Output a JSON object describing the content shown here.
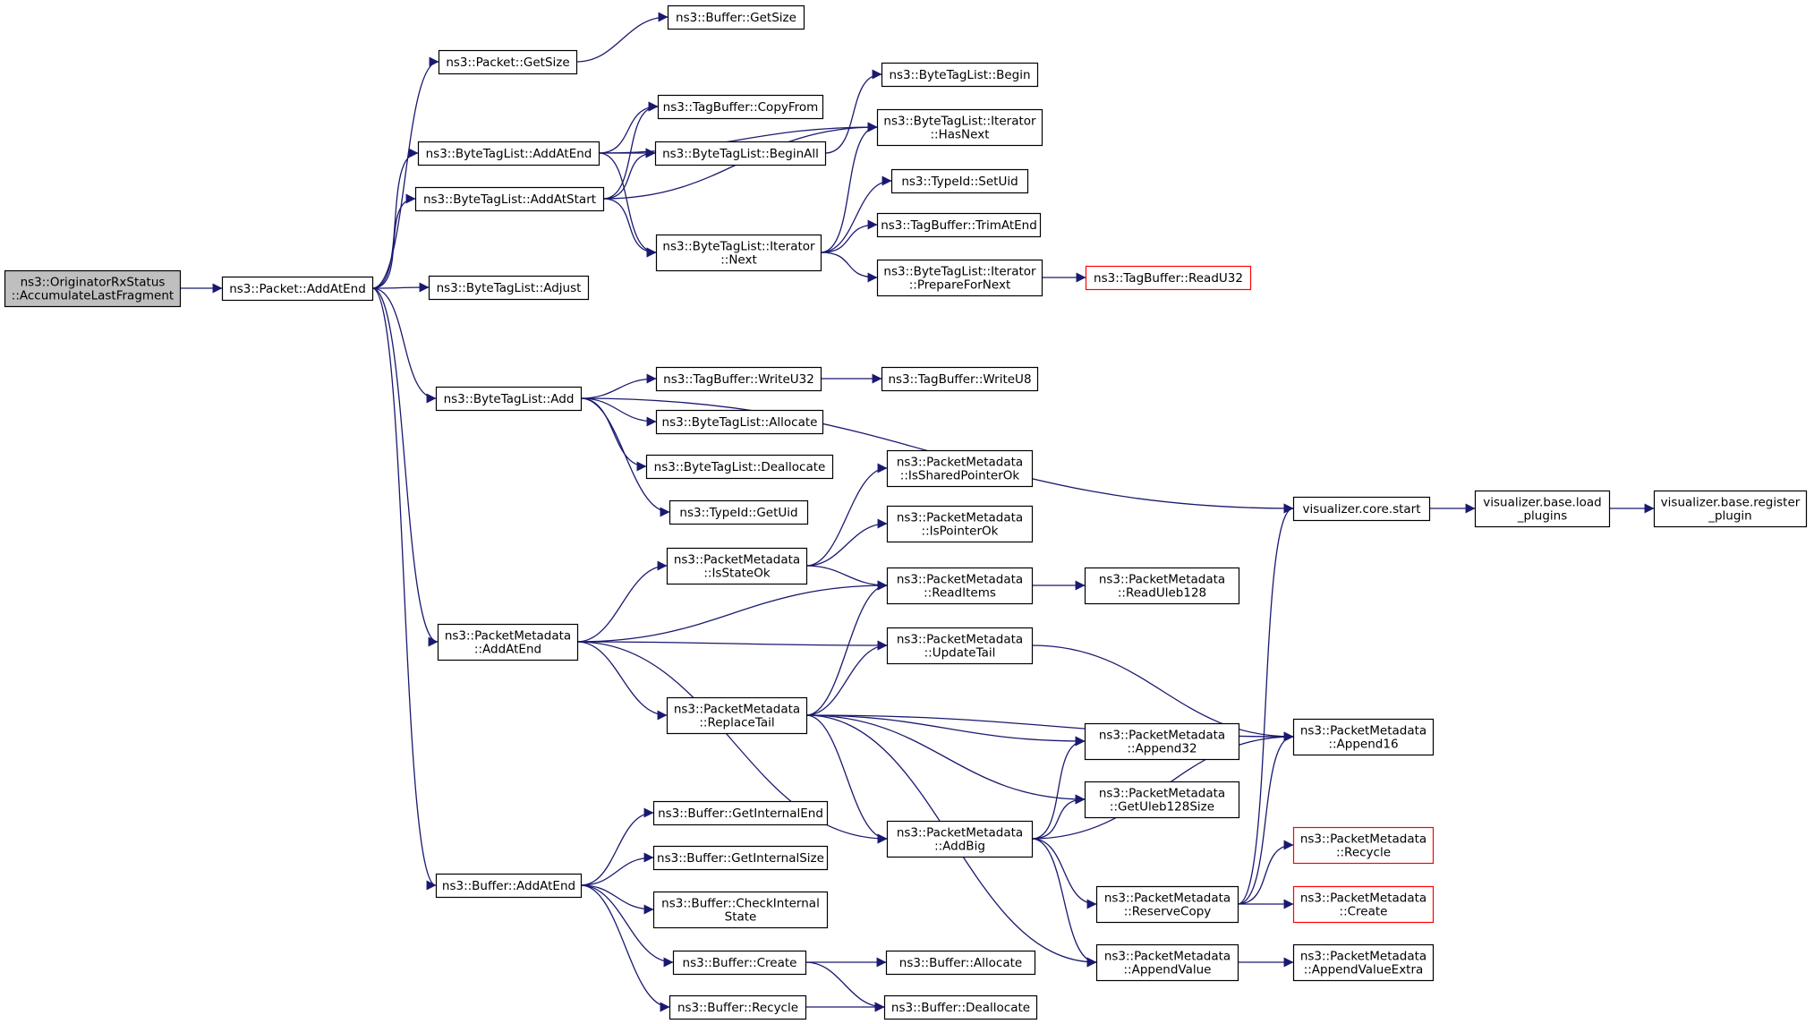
{
  "colors": {
    "edge": "#191970",
    "node_border": "#000000",
    "node_border_truncated": "#ff0000",
    "root_fill": "#bfbfbf",
    "node_fill": "#ffffff"
  },
  "nodes": [
    {
      "id": "root",
      "lines": [
        "ns3::OriginatorRxStatus",
        "::AccumulateLastFragment"
      ],
      "root": true
    },
    {
      "id": "pkt_addatend",
      "lines": [
        "ns3::Packet::AddAtEnd"
      ]
    },
    {
      "id": "pkt_getsize",
      "lines": [
        "ns3::Packet::GetSize"
      ]
    },
    {
      "id": "buf_getsize",
      "lines": [
        "ns3::Buffer::GetSize"
      ]
    },
    {
      "id": "btl_addatend",
      "lines": [
        "ns3::ByteTagList::AddAtEnd"
      ]
    },
    {
      "id": "btl_addatstart",
      "lines": [
        "ns3::ByteTagList::AddAtStart"
      ]
    },
    {
      "id": "btl_adjust",
      "lines": [
        "ns3::ByteTagList::Adjust"
      ]
    },
    {
      "id": "tb_copyfrom",
      "lines": [
        "ns3::TagBuffer::CopyFrom"
      ]
    },
    {
      "id": "btl_beginall",
      "lines": [
        "ns3::ByteTagList::BeginAll"
      ]
    },
    {
      "id": "btl_begin",
      "lines": [
        "ns3::ByteTagList::Begin"
      ]
    },
    {
      "id": "btli_hasnext",
      "lines": [
        "ns3::ByteTagList::Iterator",
        "::HasNext"
      ]
    },
    {
      "id": "btli_next",
      "lines": [
        "ns3::ByteTagList::Iterator",
        "::Next"
      ]
    },
    {
      "id": "typeid_setuid",
      "lines": [
        "ns3::TypeId::SetUid"
      ]
    },
    {
      "id": "tb_trimatend",
      "lines": [
        "ns3::TagBuffer::TrimAtEnd"
      ]
    },
    {
      "id": "btli_preparefornext",
      "lines": [
        "ns3::ByteTagList::Iterator",
        "::PrepareForNext"
      ]
    },
    {
      "id": "tb_readu32",
      "lines": [
        "ns3::TagBuffer::ReadU32"
      ],
      "truncated": true
    },
    {
      "id": "btl_add",
      "lines": [
        "ns3::ByteTagList::Add"
      ]
    },
    {
      "id": "tb_writeu32",
      "lines": [
        "ns3::TagBuffer::WriteU32"
      ]
    },
    {
      "id": "tb_writeu8",
      "lines": [
        "ns3::TagBuffer::WriteU8"
      ]
    },
    {
      "id": "btl_allocate",
      "lines": [
        "ns3::ByteTagList::Allocate"
      ]
    },
    {
      "id": "btl_deallocate",
      "lines": [
        "ns3::ByteTagList::Deallocate"
      ]
    },
    {
      "id": "typeid_getuid",
      "lines": [
        "ns3::TypeId::GetUid"
      ]
    },
    {
      "id": "vis_core_start",
      "lines": [
        "visualizer.core.start"
      ]
    },
    {
      "id": "vis_load_plugins",
      "lines": [
        "visualizer.base.load",
        "_plugins"
      ]
    },
    {
      "id": "vis_register_plugin",
      "lines": [
        "visualizer.base.register",
        "_plugin"
      ]
    },
    {
      "id": "pm_issharedpointerok",
      "lines": [
        "ns3::PacketMetadata",
        "::IsSharedPointerOk"
      ]
    },
    {
      "id": "pm_ispointerok",
      "lines": [
        "ns3::PacketMetadata",
        "::IsPointerOk"
      ]
    },
    {
      "id": "pm_isstateok",
      "lines": [
        "ns3::PacketMetadata",
        "::IsStateOk"
      ]
    },
    {
      "id": "pm_readitems",
      "lines": [
        "ns3::PacketMetadata",
        "::ReadItems"
      ]
    },
    {
      "id": "pm_readuleb128",
      "lines": [
        "ns3::PacketMetadata",
        "::ReadUleb128"
      ]
    },
    {
      "id": "pm_addatend",
      "lines": [
        "ns3::PacketMetadata",
        "::AddAtEnd"
      ]
    },
    {
      "id": "pm_updatetail",
      "lines": [
        "ns3::PacketMetadata",
        "::UpdateTail"
      ]
    },
    {
      "id": "pm_replacetail",
      "lines": [
        "ns3::PacketMetadata",
        "::ReplaceTail"
      ]
    },
    {
      "id": "pm_append32",
      "lines": [
        "ns3::PacketMetadata",
        "::Append32"
      ]
    },
    {
      "id": "pm_append16",
      "lines": [
        "ns3::PacketMetadata",
        "::Append16"
      ]
    },
    {
      "id": "pm_getuleb128size",
      "lines": [
        "ns3::PacketMetadata",
        "::GetUleb128Size"
      ]
    },
    {
      "id": "pm_addbig",
      "lines": [
        "ns3::PacketMetadata",
        "::AddBig"
      ]
    },
    {
      "id": "pm_recycle",
      "lines": [
        "ns3::PacketMetadata",
        "::Recycle"
      ],
      "truncated": true
    },
    {
      "id": "pm_reservecopy",
      "lines": [
        "ns3::PacketMetadata",
        "::ReserveCopy"
      ]
    },
    {
      "id": "pm_create",
      "lines": [
        "ns3::PacketMetadata",
        "::Create"
      ],
      "truncated": true
    },
    {
      "id": "pm_appendvalue",
      "lines": [
        "ns3::PacketMetadata",
        "::AppendValue"
      ]
    },
    {
      "id": "pm_appendvalueextra",
      "lines": [
        "ns3::PacketMetadata",
        "::AppendValueExtra"
      ]
    },
    {
      "id": "buf_getinternalend",
      "lines": [
        "ns3::Buffer::GetInternalEnd"
      ]
    },
    {
      "id": "buf_getinternalsize",
      "lines": [
        "ns3::Buffer::GetInternalSize"
      ]
    },
    {
      "id": "buf_addatend",
      "lines": [
        "ns3::Buffer::AddAtEnd"
      ]
    },
    {
      "id": "buf_checkinternalstate",
      "lines": [
        "ns3::Buffer::CheckInternal",
        "State"
      ]
    },
    {
      "id": "buf_create",
      "lines": [
        "ns3::Buffer::Create"
      ]
    },
    {
      "id": "buf_allocate",
      "lines": [
        "ns3::Buffer::Allocate"
      ]
    },
    {
      "id": "buf_recycle",
      "lines": [
        "ns3::Buffer::Recycle"
      ]
    },
    {
      "id": "buf_deallocate",
      "lines": [
        "ns3::Buffer::Deallocate"
      ]
    }
  ],
  "edges": [
    {
      "from": "root",
      "to": "pkt_addatend"
    },
    {
      "from": "pkt_addatend",
      "to": "pkt_getsize"
    },
    {
      "from": "pkt_getsize",
      "to": "buf_getsize"
    },
    {
      "from": "pkt_addatend",
      "to": "btl_addatend"
    },
    {
      "from": "pkt_addatend",
      "to": "btl_addatstart"
    },
    {
      "from": "pkt_addatend",
      "to": "btl_adjust"
    },
    {
      "from": "pkt_addatend",
      "to": "btl_add"
    },
    {
      "from": "pkt_addatend",
      "to": "pm_addatend"
    },
    {
      "from": "pkt_addatend",
      "to": "buf_addatend"
    },
    {
      "from": "btl_addatend",
      "to": "tb_copyfrom"
    },
    {
      "from": "btl_addatend",
      "to": "btl_beginall"
    },
    {
      "from": "btl_addatend",
      "to": "btli_hasnext"
    },
    {
      "from": "btl_addatend",
      "to": "btli_next"
    },
    {
      "from": "btl_addatstart",
      "to": "tb_copyfrom"
    },
    {
      "from": "btl_addatstart",
      "to": "btl_beginall"
    },
    {
      "from": "btl_addatstart",
      "to": "btli_hasnext"
    },
    {
      "from": "btl_addatstart",
      "to": "btli_next"
    },
    {
      "from": "btl_beginall",
      "to": "btl_begin"
    },
    {
      "from": "btli_next",
      "to": "btli_hasnext"
    },
    {
      "from": "btli_next",
      "to": "typeid_setuid"
    },
    {
      "from": "btli_next",
      "to": "tb_trimatend"
    },
    {
      "from": "btli_next",
      "to": "btli_preparefornext"
    },
    {
      "from": "btli_preparefornext",
      "to": "tb_readu32"
    },
    {
      "from": "btl_add",
      "to": "vis_core_start"
    },
    {
      "from": "btl_add",
      "to": "tb_writeu32"
    },
    {
      "from": "btl_add",
      "to": "btl_allocate"
    },
    {
      "from": "btl_add",
      "to": "btl_deallocate"
    },
    {
      "from": "btl_add",
      "to": "typeid_getuid"
    },
    {
      "from": "tb_writeu32",
      "to": "tb_writeu8"
    },
    {
      "from": "vis_core_start",
      "to": "vis_load_plugins"
    },
    {
      "from": "vis_load_plugins",
      "to": "vis_register_plugin"
    },
    {
      "from": "pm_addatend",
      "to": "pm_isstateok"
    },
    {
      "from": "pm_addatend",
      "to": "pm_readitems"
    },
    {
      "from": "pm_addatend",
      "to": "pm_updatetail"
    },
    {
      "from": "pm_addatend",
      "to": "pm_replacetail"
    },
    {
      "from": "pm_addatend",
      "to": "pm_addbig"
    },
    {
      "from": "pm_isstateok",
      "to": "pm_issharedpointerok"
    },
    {
      "from": "pm_isstateok",
      "to": "pm_ispointerok"
    },
    {
      "from": "pm_isstateok",
      "to": "pm_readitems"
    },
    {
      "from": "pm_readitems",
      "to": "pm_readuleb128"
    },
    {
      "from": "pm_updatetail",
      "to": "pm_append16"
    },
    {
      "from": "pm_replacetail",
      "to": "pm_readitems"
    },
    {
      "from": "pm_replacetail",
      "to": "pm_updatetail"
    },
    {
      "from": "pm_replacetail",
      "to": "pm_append16"
    },
    {
      "from": "pm_replacetail",
      "to": "pm_append32"
    },
    {
      "from": "pm_replacetail",
      "to": "pm_getuleb128size"
    },
    {
      "from": "pm_replacetail",
      "to": "pm_addbig"
    },
    {
      "from": "pm_replacetail",
      "to": "pm_appendvalue"
    },
    {
      "from": "pm_addbig",
      "to": "pm_append32"
    },
    {
      "from": "pm_addbig",
      "to": "pm_getuleb128size"
    },
    {
      "from": "pm_addbig",
      "to": "pm_append16"
    },
    {
      "from": "pm_addbig",
      "to": "pm_reservecopy"
    },
    {
      "from": "pm_addbig",
      "to": "pm_appendvalue"
    },
    {
      "from": "pm_reservecopy",
      "to": "vis_core_start"
    },
    {
      "from": "pm_reservecopy",
      "to": "pm_append16"
    },
    {
      "from": "pm_reservecopy",
      "to": "pm_recycle"
    },
    {
      "from": "pm_reservecopy",
      "to": "pm_create"
    },
    {
      "from": "pm_appendvalue",
      "to": "pm_appendvalueextra"
    },
    {
      "from": "buf_addatend",
      "to": "buf_getinternalend"
    },
    {
      "from": "buf_addatend",
      "to": "buf_getinternalsize"
    },
    {
      "from": "buf_addatend",
      "to": "buf_checkinternalstate"
    },
    {
      "from": "buf_addatend",
      "to": "buf_create"
    },
    {
      "from": "buf_addatend",
      "to": "buf_recycle"
    },
    {
      "from": "buf_create",
      "to": "buf_allocate"
    },
    {
      "from": "buf_create",
      "to": "buf_deallocate"
    },
    {
      "from": "buf_recycle",
      "to": "buf_deallocate"
    }
  ]
}
